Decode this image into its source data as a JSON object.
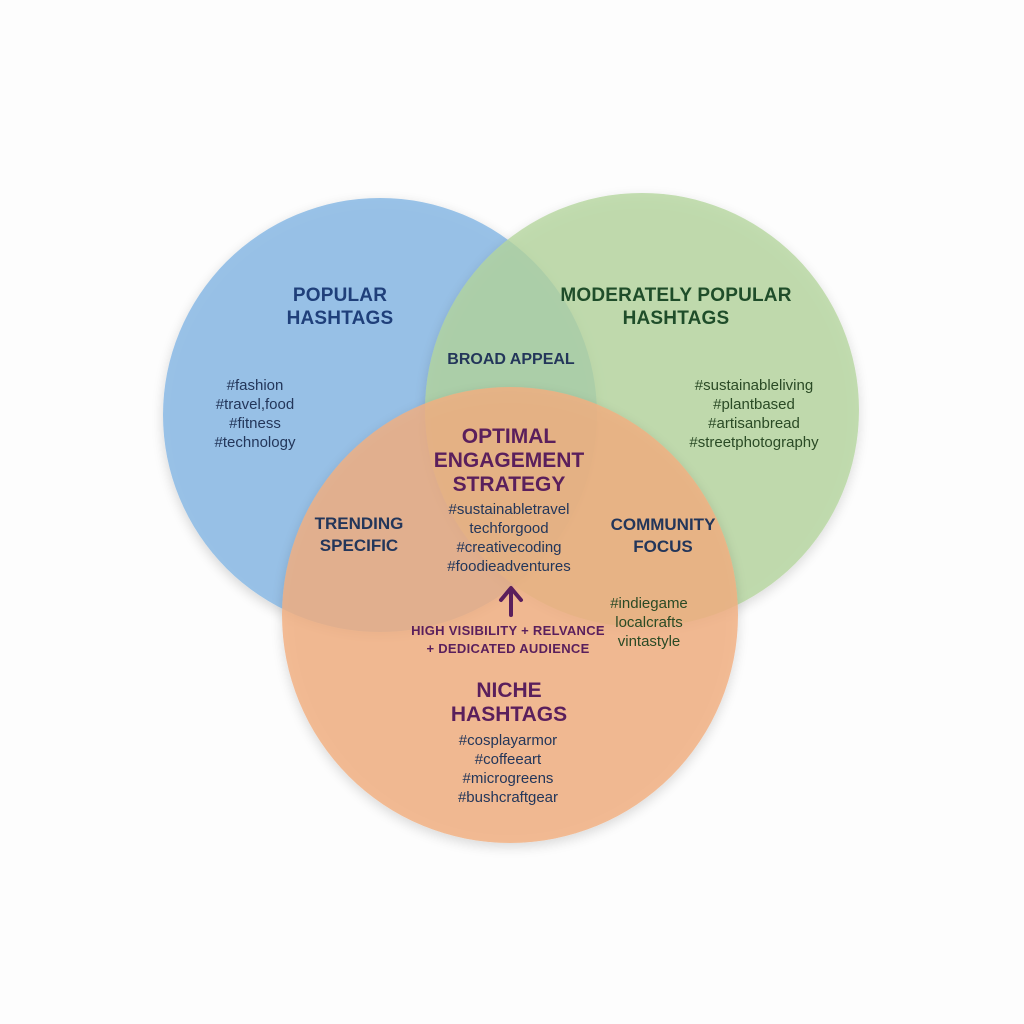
{
  "colors": {
    "popular_circle": "#8fbde6",
    "moderate_circle": "#b3d59c",
    "niche_circle": "#f1ae80",
    "popular_text": "#1f3f7a",
    "moderate_text": "#1f4d2a",
    "center_text": "#5a1f5c"
  },
  "popular": {
    "title": [
      "POPULAR",
      "HASHTAGS"
    ],
    "tags": [
      "#fashion",
      "#travel,food",
      "#fitness",
      "#technology"
    ]
  },
  "moderate": {
    "title": [
      "MODERATELY POPULAR",
      "HASHTAGS"
    ],
    "tags": [
      "#sustainableliving",
      "#plantbased",
      "#artisanbread",
      "#streetphotography"
    ]
  },
  "niche": {
    "title": [
      "NICHE",
      "HASHTAGS"
    ],
    "tags": [
      "#cosplayarmor",
      "#coffeeart",
      "#microgreens",
      "#bushcraftgear"
    ]
  },
  "overlaps": {
    "popular_moderate": "BROAD APPEAL",
    "popular_niche": [
      "TRENDING",
      "SPECIFIC"
    ],
    "moderate_niche": {
      "title": [
        "COMMUNITY",
        "FOCUS"
      ],
      "tags": [
        "#indiegame",
        "localcrafts",
        "vintastyle"
      ]
    },
    "center": {
      "title": [
        "OPTIMAL",
        "ENGAGEMENT",
        "STRATEGY"
      ],
      "tags": [
        "#sustainabletravel",
        "techforgood",
        "#creativecoding",
        "#foodieadventures"
      ]
    }
  },
  "arrow": {
    "icon": "up-arrow-icon",
    "caption": [
      "HIGH VISIBILITY + RELVANCE",
      "+ DEDICATED AUDIENCE"
    ]
  }
}
